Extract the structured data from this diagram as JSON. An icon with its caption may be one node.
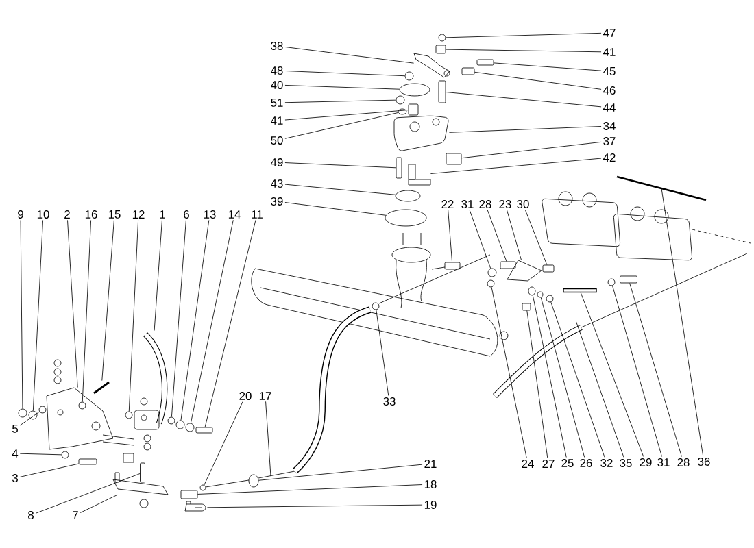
{
  "diagram": {
    "nodes": [
      {
        "text": [
          "47"
        ]
      },
      {
        "text": [
          "38"
        ]
      },
      {
        "text": [
          "41"
        ]
      },
      {
        "text": [
          "48"
        ]
      },
      {
        "text": [
          "45"
        ]
      },
      {
        "text": [
          "46"
        ]
      },
      {
        "text": [
          "40"
        ]
      },
      {
        "text": [
          "44"
        ]
      },
      {
        "text": [
          "51"
        ]
      },
      {
        "text": [
          "41"
        ]
      },
      {
        "text": [
          "34"
        ]
      },
      {
        "text": [
          "50"
        ]
      },
      {
        "text": [
          "37"
        ]
      },
      {
        "text": [
          "49"
        ]
      },
      {
        "text": [
          "42"
        ]
      },
      {
        "text": [
          "43"
        ]
      },
      {
        "text": [
          "39"
        ]
      },
      {
        "text": [
          "22"
        ]
      },
      {
        "text": [
          "31"
        ]
      },
      {
        "text": [
          "28"
        ]
      },
      {
        "text": [
          "23"
        ]
      },
      {
        "text": [
          "30"
        ]
      },
      {
        "text": [
          "9"
        ]
      },
      {
        "text": [
          "10"
        ]
      },
      {
        "text": [
          "2"
        ]
      },
      {
        "text": [
          "16"
        ]
      },
      {
        "text": [
          "15"
        ]
      },
      {
        "text": [
          "12"
        ]
      },
      {
        "text": [
          "1"
        ]
      },
      {
        "text": [
          "6"
        ]
      },
      {
        "text": [
          "13"
        ]
      },
      {
        "text": [
          "14"
        ]
      },
      {
        "text": [
          "11"
        ]
      },
      {
        "text": [
          "33"
        ]
      },
      {
        "text": [
          "20"
        ]
      },
      {
        "text": [
          "17"
        ]
      },
      {
        "text": [
          "5"
        ]
      },
      {
        "text": [
          "4"
        ]
      },
      {
        "text": [
          "3"
        ]
      },
      {
        "text": [
          "24"
        ]
      },
      {
        "text": [
          "27"
        ]
      },
      {
        "text": [
          "25"
        ]
      },
      {
        "text": [
          "26"
        ]
      },
      {
        "text": [
          "32"
        ]
      },
      {
        "text": [
          "35"
        ]
      },
      {
        "text": [
          "29"
        ]
      },
      {
        "text": [
          "31"
        ]
      },
      {
        "text": [
          "28"
        ]
      },
      {
        "text": [
          "36"
        ]
      },
      {
        "text": [
          "21"
        ]
      },
      {
        "text": [
          "18"
        ]
      },
      {
        "text": [
          "19"
        ]
      },
      {
        "text": [
          "8"
        ]
      },
      {
        "text": [
          "7"
        ]
      },
      {
        "text": [],
        "shape": "circle"
      },
      {
        "text": [],
        "shape": "picture"
      },
      {
        "text": [],
        "shape": "box"
      },
      {
        "text": [],
        "shape": "circle"
      },
      {
        "text": [],
        "shape": "box"
      },
      {
        "text": [],
        "shape": "box"
      },
      {
        "text": [],
        "shape": "ellipse"
      },
      {
        "text": [],
        "shape": "box"
      },
      {
        "text": [],
        "shape": "circle"
      },
      {
        "text": [],
        "shape": "box"
      },
      {
        "text": [],
        "shape": "picture"
      },
      {
        "text": [],
        "shape": "ellipse"
      },
      {
        "text": [],
        "shape": "box"
      },
      {
        "text": [],
        "shape": "box"
      },
      {
        "text": [],
        "shape": "picture"
      },
      {
        "text": [],
        "shape": "ellipse"
      },
      {
        "text": [],
        "shape": "ellipse"
      },
      {
        "text": [],
        "shape": "box"
      },
      {
        "text": [],
        "shape": "circle"
      },
      {
        "text": [],
        "shape": "box"
      },
      {
        "text": [],
        "shape": "picture"
      },
      {
        "text": [],
        "shape": "box"
      },
      {
        "text": [],
        "shape": "circle"
      },
      {
        "text": [],
        "shape": "circle"
      },
      {
        "text": [],
        "shape": "picture"
      },
      {
        "text": [],
        "shape": "circle",
        "in": 78
      },
      {
        "text": [],
        "shape": "picture"
      },
      {
        "text": [],
        "shape": "circle"
      },
      {
        "text": [],
        "shape": "picture"
      },
      {
        "text": [],
        "shape": "circle"
      },
      {
        "text": [],
        "shape": "circle"
      },
      {
        "text": [],
        "shape": "circle"
      },
      {
        "text": [],
        "shape": "box"
      },
      {
        "text": [],
        "shape": "circle"
      },
      {
        "text": [],
        "shape": "circle"
      },
      {
        "text": [],
        "shape": "circle"
      },
      {
        "text": [],
        "shape": "circle"
      },
      {
        "text": [],
        "shape": "box"
      },
      {
        "text": [],
        "shape": "circle"
      },
      {
        "text": [],
        "shape": "box"
      },
      {
        "text": [],
        "shape": "ellipse"
      },
      {
        "text": [],
        "shape": "circle"
      },
      {
        "text": [],
        "shape": "circle"
      },
      {
        "text": [],
        "shape": "bar"
      },
      {
        "text": [],
        "shape": "circle"
      },
      {
        "text": [],
        "shape": "box"
      },
      {
        "text": [],
        "shape": "ellipse"
      },
      {
        "text": [],
        "shape": "box"
      },
      {
        "text": [],
        "shape": "picture"
      },
      {
        "text": [],
        "shape": "box"
      },
      {
        "text": [],
        "shape": "picture"
      }
    ],
    "edges": [
      {
        "from": 0,
        "to": 54,
        "arrow": "none"
      },
      {
        "from": 1,
        "to": 55,
        "arrow": "none"
      },
      {
        "from": 2,
        "to": 56,
        "arrow": "none"
      },
      {
        "from": 3,
        "to": 57,
        "arrow": "none"
      },
      {
        "from": 4,
        "to": 58,
        "arrow": "none"
      },
      {
        "from": 5,
        "to": 59,
        "arrow": "none"
      },
      {
        "from": 6,
        "to": 60,
        "arrow": "none"
      },
      {
        "from": 7,
        "to": 61,
        "arrow": "none"
      },
      {
        "from": 8,
        "to": 62,
        "arrow": "none"
      },
      {
        "from": 9,
        "to": 63,
        "arrow": "none"
      },
      {
        "from": 10,
        "to": 64,
        "arrow": "none"
      },
      {
        "from": 11,
        "to": 65,
        "arrow": "none"
      },
      {
        "from": 12,
        "to": 66,
        "arrow": "none"
      },
      {
        "from": 13,
        "to": 67,
        "arrow": "none"
      },
      {
        "from": 14,
        "to": 68,
        "arrow": "none"
      },
      {
        "from": 15,
        "to": 69,
        "arrow": "none"
      },
      {
        "from": 16,
        "to": 70,
        "arrow": "none"
      },
      {
        "from": 17,
        "to": 71,
        "arrow": "none"
      },
      {
        "from": 18,
        "to": 72,
        "arrow": "none"
      },
      {
        "from": 19,
        "to": 73,
        "arrow": "none"
      },
      {
        "from": 20,
        "to": 74,
        "arrow": "none"
      },
      {
        "from": 21,
        "to": 75,
        "arrow": "none"
      },
      {
        "from": 22,
        "to": 76,
        "arrow": "none"
      },
      {
        "from": 23,
        "to": 77,
        "arrow": "none"
      },
      {
        "from": 24,
        "to": 78,
        "arrow": "none"
      },
      {
        "from": 25,
        "to": 79,
        "arrow": "none"
      },
      {
        "from": 26,
        "to": 80,
        "arrow": "none"
      },
      {
        "from": 27,
        "to": 81,
        "arrow": "none"
      },
      {
        "from": 28,
        "to": 82,
        "arrow": "none"
      },
      {
        "from": 29,
        "to": 83,
        "arrow": "none"
      },
      {
        "from": 30,
        "to": 84,
        "arrow": "none"
      },
      {
        "from": 31,
        "to": 85,
        "arrow": "none"
      },
      {
        "from": 32,
        "to": 86,
        "arrow": "none"
      },
      {
        "from": 33,
        "to": 87,
        "arrow": "none"
      },
      {
        "from": 34,
        "to": 88,
        "arrow": "none"
      },
      {
        "from": 35,
        "to": null,
        "arrow": "none"
      },
      {
        "from": 36,
        "to": 89,
        "arrow": "none"
      },
      {
        "from": 37,
        "to": 90,
        "arrow": "none"
      },
      {
        "from": 38,
        "to": 91,
        "arrow": "none"
      },
      {
        "from": 39,
        "to": 92,
        "arrow": "none"
      },
      {
        "from": 40,
        "to": 93,
        "arrow": "none"
      },
      {
        "from": 41,
        "to": 94,
        "arrow": "none"
      },
      {
        "from": 42,
        "to": 95,
        "arrow": "none"
      },
      {
        "from": 43,
        "to": 96,
        "arrow": "none"
      },
      {
        "from": 44,
        "to": null,
        "arrow": "none"
      },
      {
        "from": 45,
        "to": 97,
        "arrow": "none"
      },
      {
        "from": 46,
        "to": 98,
        "arrow": "none"
      },
      {
        "from": 47,
        "to": 99,
        "arrow": "none"
      },
      {
        "from": 48,
        "to": null,
        "arrow": "none"
      },
      {
        "from": 49,
        "to": 100,
        "arrow": "none"
      },
      {
        "from": 50,
        "to": 101,
        "arrow": "none"
      },
      {
        "from": 51,
        "to": 102,
        "arrow": "none"
      },
      {
        "from": 52,
        "to": 103,
        "arrow": "none"
      },
      {
        "from": 53,
        "to": 104,
        "arrow": "none"
      }
    ]
  }
}
